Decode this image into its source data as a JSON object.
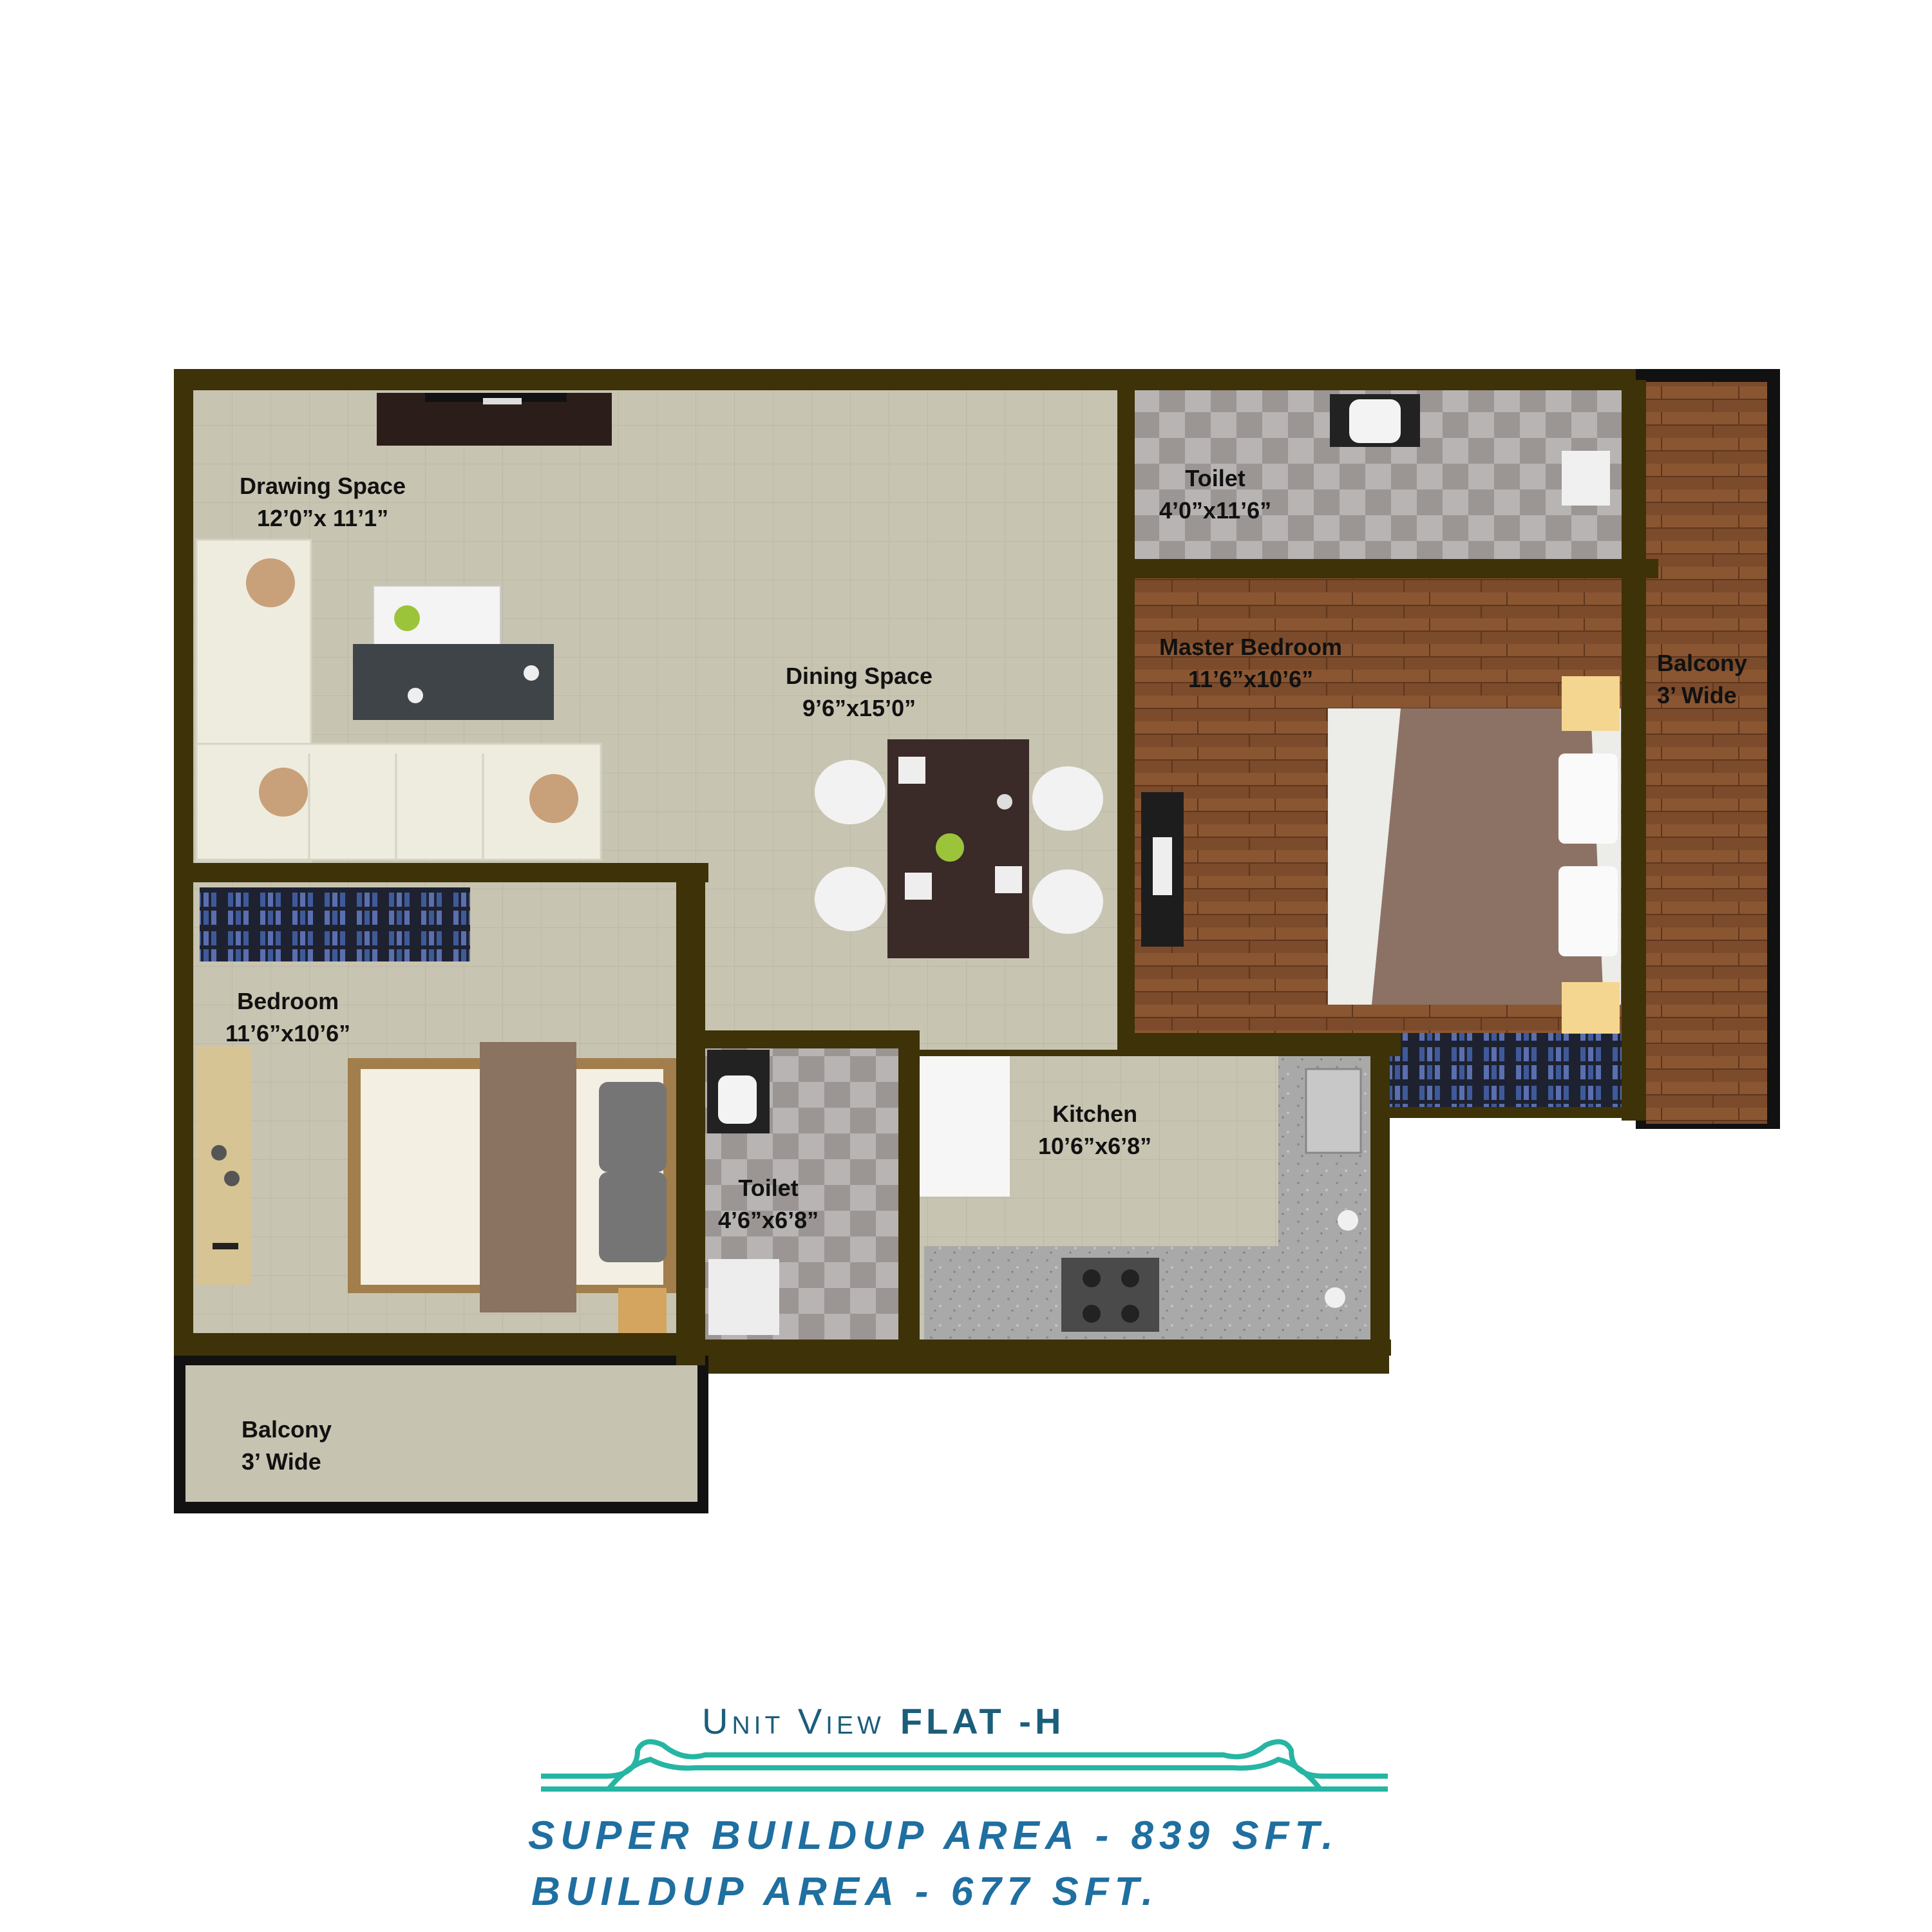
{
  "rooms": {
    "drawing": {
      "name": "Drawing Space",
      "size": "12’0”x 11’1”"
    },
    "dining": {
      "name": "Dining Space",
      "size": "9’6”x15’0”"
    },
    "toilet_top": {
      "name": "Toilet",
      "size": "4’0”x11’6”"
    },
    "master_bedroom": {
      "name": "Master Bedroom",
      "size": "11’6”x10’6”"
    },
    "balcony_right": {
      "name": "Balcony",
      "size": "3’ Wide"
    },
    "bedroom": {
      "name": "Bedroom",
      "size": "11’6”x10’6”"
    },
    "toilet_small": {
      "name": "Toilet",
      "size": "4’6”x6’8”"
    },
    "kitchen": {
      "name": "Kitchen",
      "size": "10’6”x6’8”"
    },
    "balcony_bottom": {
      "name": "Balcony",
      "size": "3’ Wide"
    }
  },
  "caption": {
    "title_prefix": "Unit View",
    "title_flat": "FLAT -H",
    "super_buildup": "SUPER BUILDUP AREA - 839 SFT.",
    "buildup": "BUILDUP AREA - 677 SFT."
  },
  "colors": {
    "wall": "#3d3208",
    "floor": "#c9c5b3",
    "wood": "#7a4a2a",
    "tile_light": "#b9b5b4",
    "tile_dark": "#9a9594",
    "caption_text": "#1b5e7a",
    "ornament": "#26b5a3"
  }
}
